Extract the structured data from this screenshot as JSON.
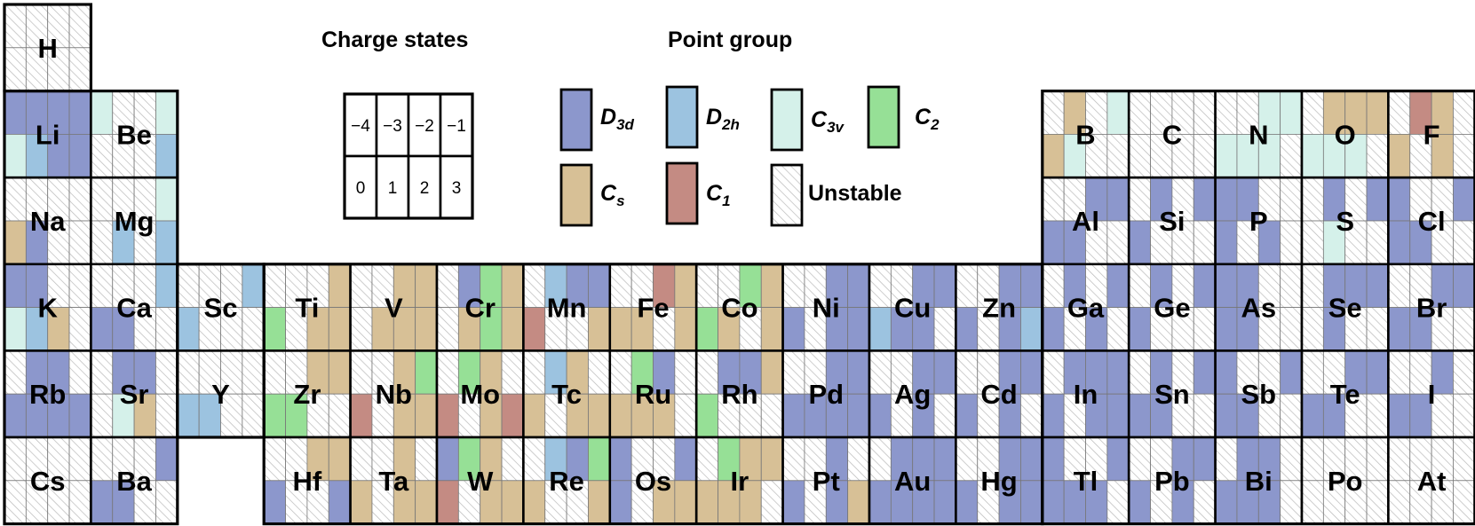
{
  "legend": {
    "charge_title": "Charge states",
    "charge_top": [
      "−4",
      "−3",
      "−2",
      "−1"
    ],
    "charge_bottom": [
      "0",
      "1",
      "2",
      "3"
    ],
    "point_title": "Point group",
    "groups": [
      {
        "key": "D",
        "main": "D",
        "sub": "3d",
        "color": "#8c97cc"
      },
      {
        "key": "H",
        "main": "D",
        "sub": "2h",
        "color": "#9cc3e0"
      },
      {
        "key": "V",
        "main": "C",
        "sub": "3v",
        "color": "#d5f1ea"
      },
      {
        "key": "T",
        "main": "C",
        "sub": "2",
        "color": "#96e096"
      },
      {
        "key": "S",
        "main": "C",
        "sub": "s",
        "color": "#d7c096"
      },
      {
        "key": "O",
        "main": "C",
        "sub": "1",
        "color": "#c48b83"
      },
      {
        "key": "U",
        "main": "Unstable",
        "sub": "",
        "color": "#ffffff"
      }
    ]
  },
  "elements": [
    {
      "symbol": "H",
      "row": 0,
      "col": 0,
      "cells": "UUUUUUUU"
    },
    {
      "symbol": "Li",
      "row": 1,
      "col": 0,
      "cells": "DDDDVHDD"
    },
    {
      "symbol": "Be",
      "row": 1,
      "col": 1,
      "cells": "VUUVUUUH"
    },
    {
      "symbol": "B",
      "row": 1,
      "col": 12,
      "cells": "USUVSVUU"
    },
    {
      "symbol": "C",
      "row": 1,
      "col": 13,
      "cells": "UUUUUUUU"
    },
    {
      "symbol": "N",
      "row": 1,
      "col": 14,
      "cells": "UUVVVVVU"
    },
    {
      "symbol": "O",
      "row": 1,
      "col": 15,
      "cells": "USSSVVVU"
    },
    {
      "symbol": "F",
      "row": 1,
      "col": 16,
      "cells": "UOSUSUSU"
    },
    {
      "symbol": "Na",
      "row": 2,
      "col": 0,
      "cells": "UUUUSDUU"
    },
    {
      "symbol": "Mg",
      "row": 2,
      "col": 1,
      "cells": "UUUVUHUH"
    },
    {
      "symbol": "Al",
      "row": 2,
      "col": 12,
      "cells": "UUDDDDUU"
    },
    {
      "symbol": "Si",
      "row": 2,
      "col": 13,
      "cells": "UDUDDUUU"
    },
    {
      "symbol": "P",
      "row": 2,
      "col": 14,
      "cells": "DDUUDUDU"
    },
    {
      "symbol": "S",
      "row": 2,
      "col": 15,
      "cells": "UDUDUVUU"
    },
    {
      "symbol": "Cl",
      "row": 2,
      "col": 16,
      "cells": "DUUDDDUU"
    },
    {
      "symbol": "K",
      "row": 3,
      "col": 0,
      "cells": "DDUUVHSU"
    },
    {
      "symbol": "Ca",
      "row": 3,
      "col": 1,
      "cells": "UUUHDDUU"
    },
    {
      "symbol": "Sc",
      "row": 3,
      "col": 2,
      "cells": "UUUHHUUU"
    },
    {
      "symbol": "Ti",
      "row": 3,
      "col": 3,
      "cells": "UUUSTUSS"
    },
    {
      "symbol": "V",
      "row": 3,
      "col": 4,
      "cells": "UUSSUSSS"
    },
    {
      "symbol": "Cr",
      "row": 3,
      "col": 5,
      "cells": "UDTSUSTS"
    },
    {
      "symbol": "Mn",
      "row": 3,
      "col": 6,
      "cells": "UHDDOUUS"
    },
    {
      "symbol": "Fe",
      "row": 3,
      "col": 7,
      "cells": "UUOSSSUS"
    },
    {
      "symbol": "Co",
      "row": 3,
      "col": 8,
      "cells": "UUTSTSUS"
    },
    {
      "symbol": "Ni",
      "row": 3,
      "col": 9,
      "cells": "UUDDDUDD"
    },
    {
      "symbol": "Cu",
      "row": 3,
      "col": 10,
      "cells": "UUDDHDDU"
    },
    {
      "symbol": "Zn",
      "row": 3,
      "col": 11,
      "cells": "UUDDDUDH"
    },
    {
      "symbol": "Ga",
      "row": 3,
      "col": 12,
      "cells": "UDUDDUDU"
    },
    {
      "symbol": "Ge",
      "row": 3,
      "col": 13,
      "cells": "UDUDDUUU"
    },
    {
      "symbol": "As",
      "row": 3,
      "col": 14,
      "cells": "DDUUDDUU"
    },
    {
      "symbol": "Se",
      "row": 3,
      "col": 15,
      "cells": "UDDDUDUU"
    },
    {
      "symbol": "Br",
      "row": 3,
      "col": 16,
      "cells": "UUDDDDUU"
    },
    {
      "symbol": "Rb",
      "row": 4,
      "col": 0,
      "cells": "UDDUDDDD"
    },
    {
      "symbol": "Sr",
      "row": 4,
      "col": 1,
      "cells": "UDDUUVSU"
    },
    {
      "symbol": "Y",
      "row": 4,
      "col": 2,
      "cells": "UUUUHHUU"
    },
    {
      "symbol": "Zr",
      "row": 4,
      "col": 3,
      "cells": "UUSSTTUU"
    },
    {
      "symbol": "Nb",
      "row": 4,
      "col": 4,
      "cells": "UUSTOUSS"
    },
    {
      "symbol": "Mo",
      "row": 4,
      "col": 5,
      "cells": "UTSUOUSO"
    },
    {
      "symbol": "Tc",
      "row": 4,
      "col": 6,
      "cells": "UHSUSUSS"
    },
    {
      "symbol": "Ru",
      "row": 4,
      "col": 7,
      "cells": "UTDUSSSU"
    },
    {
      "symbol": "Rh",
      "row": 4,
      "col": 8,
      "cells": "UDDSTUUU"
    },
    {
      "symbol": "Pd",
      "row": 4,
      "col": 9,
      "cells": "UUDDDDDD"
    },
    {
      "symbol": "Ag",
      "row": 4,
      "col": 10,
      "cells": "UUDDDUDU"
    },
    {
      "symbol": "Cd",
      "row": 4,
      "col": 11,
      "cells": "UUDDDUDU"
    },
    {
      "symbol": "In",
      "row": 4,
      "col": 12,
      "cells": "UDDDDUDD"
    },
    {
      "symbol": "Sn",
      "row": 4,
      "col": 13,
      "cells": "UDUDDDUU"
    },
    {
      "symbol": "Sb",
      "row": 4,
      "col": 14,
      "cells": "DUUDDDUU"
    },
    {
      "symbol": "Te",
      "row": 4,
      "col": 15,
      "cells": "UUDDDDUU"
    },
    {
      "symbol": "I",
      "row": 4,
      "col": 16,
      "cells": "UUDUDDUU"
    },
    {
      "symbol": "Cs",
      "row": 5,
      "col": 0,
      "cells": "UUUUUUUU"
    },
    {
      "symbol": "Ba",
      "row": 5,
      "col": 1,
      "cells": "UUUDDDUU"
    },
    {
      "symbol": "Hf",
      "row": 5,
      "col": 3,
      "cells": "UUSSDUUD"
    },
    {
      "symbol": "Ta",
      "row": 5,
      "col": 4,
      "cells": "UUSUSUSS"
    },
    {
      "symbol": "W",
      "row": 5,
      "col": 5,
      "cells": "DTSUOUSS"
    },
    {
      "symbol": "Re",
      "row": 5,
      "col": 6,
      "cells": "UHDTSUUS"
    },
    {
      "symbol": "Os",
      "row": 5,
      "col": 7,
      "cells": "DUUDDUSS"
    },
    {
      "symbol": "Ir",
      "row": 5,
      "col": 8,
      "cells": "UTSSSSSU"
    },
    {
      "symbol": "Pt",
      "row": 5,
      "col": 9,
      "cells": "UUDUDUDS"
    },
    {
      "symbol": "Au",
      "row": 5,
      "col": 10,
      "cells": "UDDDDDDD"
    },
    {
      "symbol": "Hg",
      "row": 5,
      "col": 11,
      "cells": "UUDDDUDD"
    },
    {
      "symbol": "Tl",
      "row": 5,
      "col": 12,
      "cells": "DUUDDDDU"
    },
    {
      "symbol": "Pb",
      "row": 5,
      "col": 13,
      "cells": "UUDDDUDU"
    },
    {
      "symbol": "Bi",
      "row": 5,
      "col": 14,
      "cells": "UDDUDDDU"
    },
    {
      "symbol": "Po",
      "row": 5,
      "col": 15,
      "cells": "UUUUUUUU"
    },
    {
      "symbol": "At",
      "row": 5,
      "col": 16,
      "cells": "UUUUUUUU"
    }
  ]
}
